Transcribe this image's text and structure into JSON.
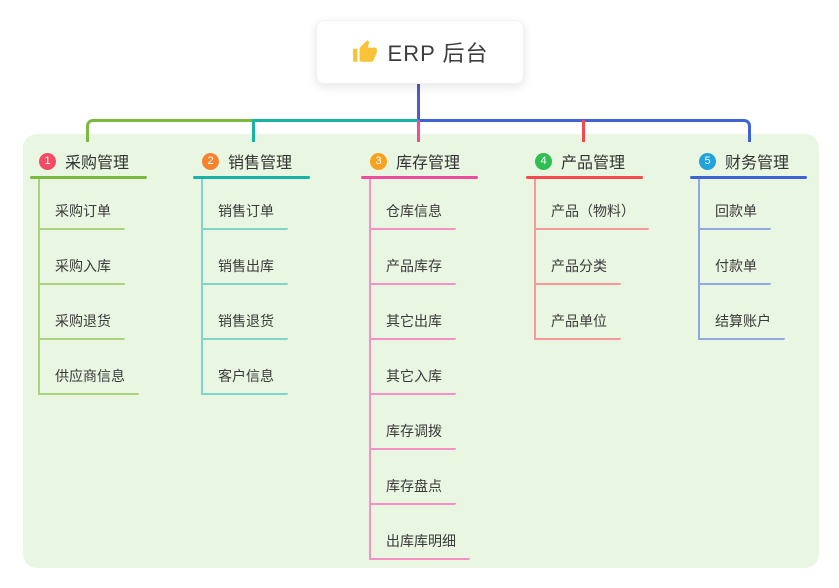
{
  "root": {
    "title": "ERP 后台",
    "icon": "thumbs-up"
  },
  "branches": [
    {
      "index": "1",
      "title": "采购管理",
      "accent": "#7cb93f",
      "child_accent": "#a9d37f",
      "badge_color": "#f24b63",
      "children": [
        "采购订单",
        "采购入库",
        "采购退货",
        "供应商信息"
      ]
    },
    {
      "index": "2",
      "title": "销售管理",
      "accent": "#17b3a6",
      "child_accent": "#7fd4cb",
      "badge_color": "#f8832e",
      "children": [
        "销售订单",
        "销售出库",
        "销售退货",
        "客户信息"
      ]
    },
    {
      "index": "3",
      "title": "库存管理",
      "accent": "#ee4d9f",
      "child_accent": "#f591c7",
      "badge_color": "#f9a21f",
      "children": [
        "仓库信息",
        "产品库存",
        "其它出库",
        "其它入库",
        "库存调拨",
        "库存盘点",
        "出库库明细"
      ]
    },
    {
      "index": "4",
      "title": "产品管理",
      "accent": "#f6494f",
      "child_accent": "#f9989c",
      "badge_color": "#2fbe52",
      "children": [
        "产品（物料）",
        "产品分类",
        "产品单位"
      ]
    },
    {
      "index": "5",
      "title": "财务管理",
      "accent": "#3e63d7",
      "child_accent": "#92a8e2",
      "badge_color": "#20a2dc",
      "children": [
        "回款单",
        "付款单",
        "结算账户"
      ]
    }
  ],
  "colors": {
    "root_link": "#4d5cc6",
    "panel_background": "#e9f6e2",
    "thumb_icon": "#f8c339"
  }
}
